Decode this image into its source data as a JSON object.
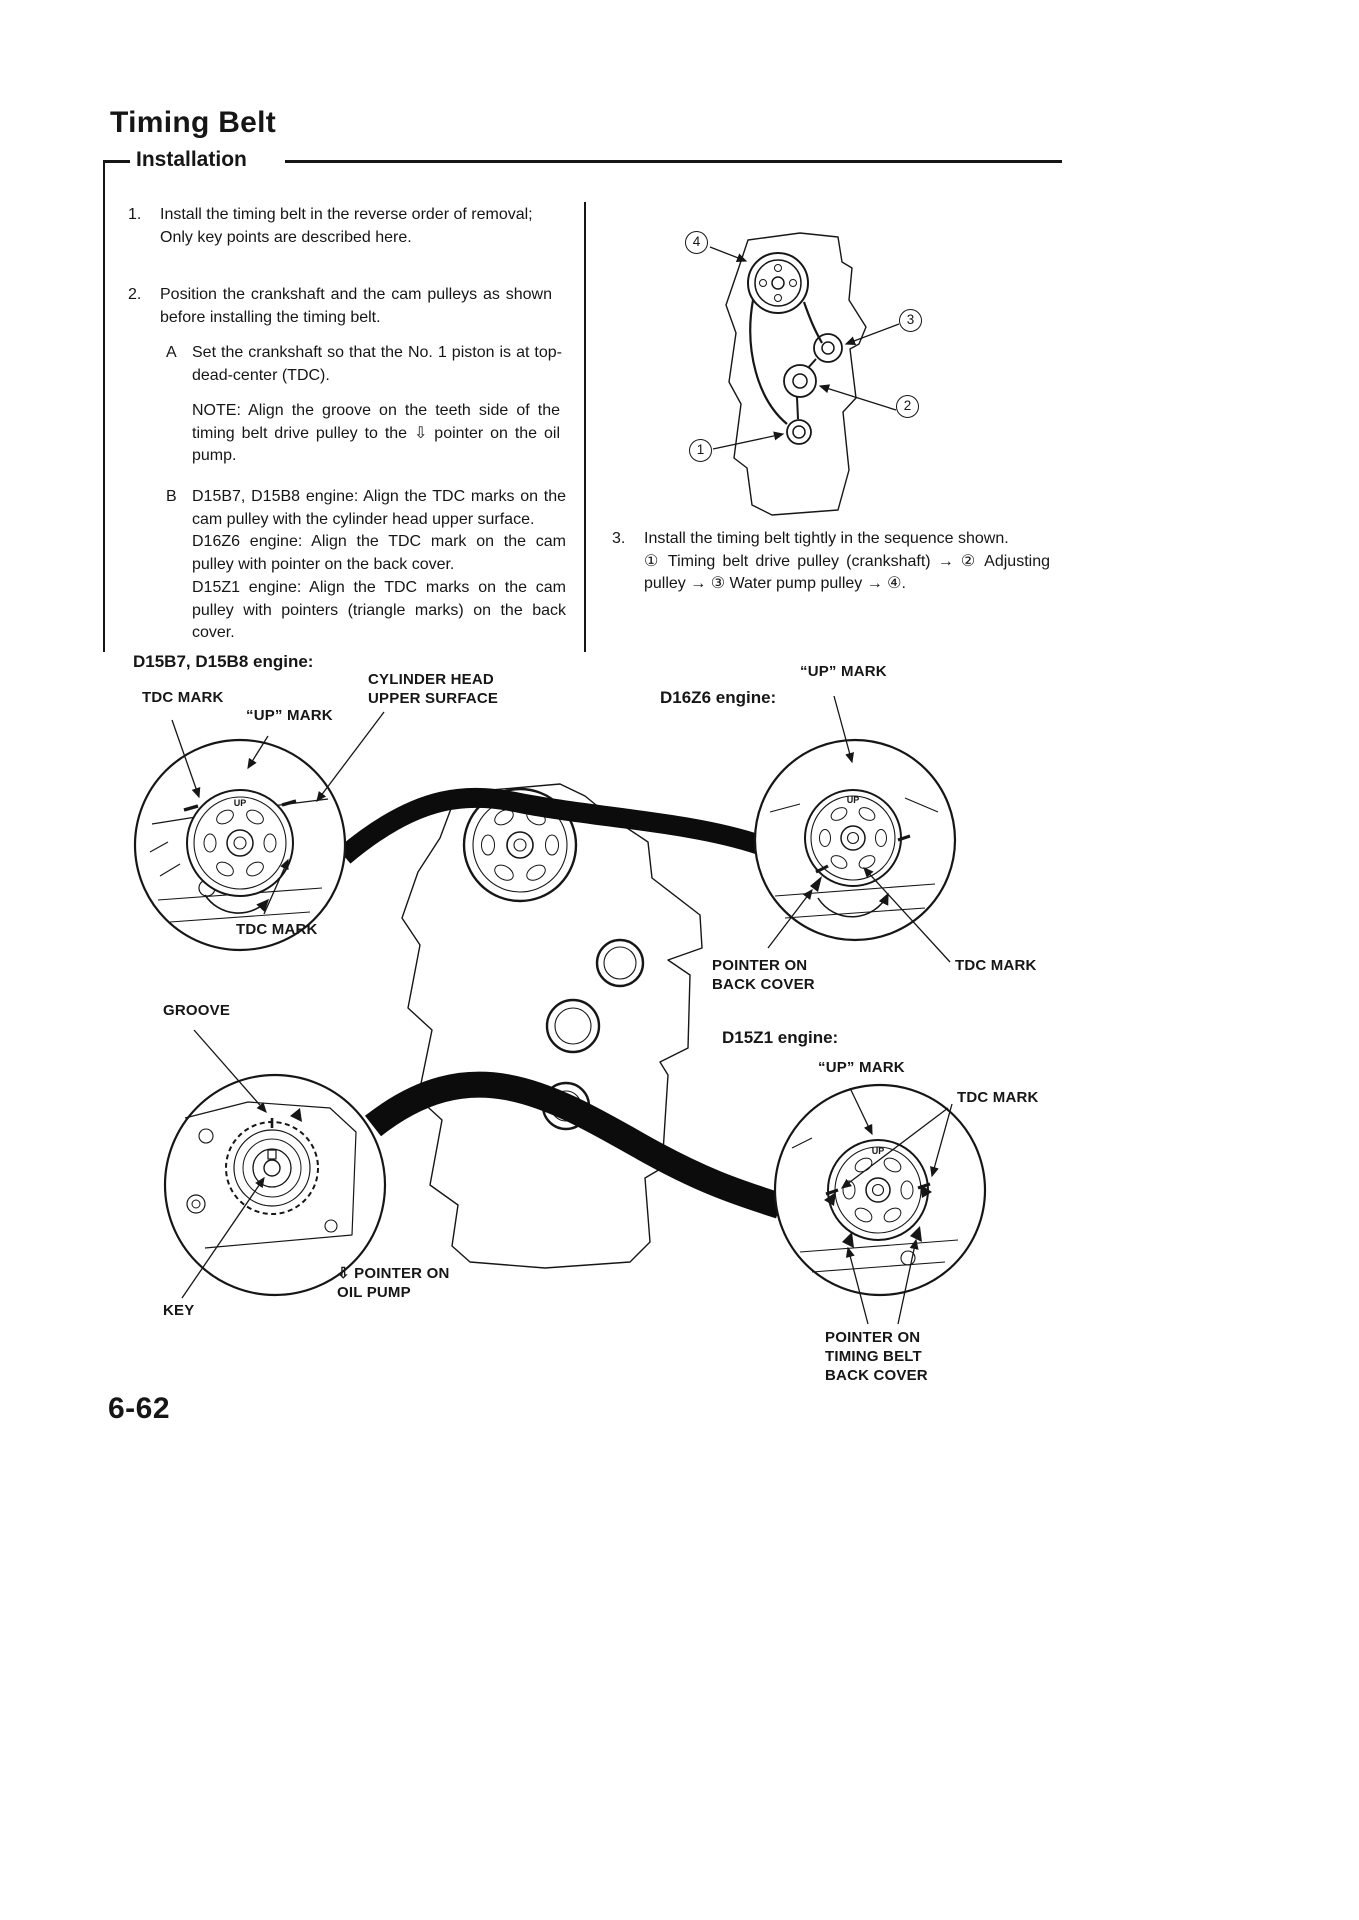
{
  "page": {
    "title": "Timing Belt",
    "section": "Installation",
    "page_number": "6-62"
  },
  "steps": {
    "s1_num": "1.",
    "s1_line1": "Install the timing belt in the reverse order of removal;",
    "s1_line2": "Only key points are described here.",
    "s2_num": "2.",
    "s2_text": "Position the crankshaft and the cam pulleys as shown before installing the timing belt.",
    "s2a_label": "A",
    "s2a_text": "Set the crankshaft so that the No. 1 piston is at top-dead-center (TDC).",
    "s2a_note": "NOTE:  Align the groove on the teeth side of the timing belt drive pulley to the ⇩ pointer on the oil pump.",
    "s2b_label": "B",
    "s2b_p1": "D15B7, D15B8 engine: Align the TDC marks on the cam pulley with the cylinder head upper surface.",
    "s2b_p2": "D16Z6 engine: Align the TDC mark on the cam pulley with pointer on the back cover.",
    "s2b_p3": "D15Z1 engine: Align the TDC marks on the cam pulley with pointers (triangle marks) on the back cover.",
    "s3_num": "3.",
    "s3_text": "Install the timing belt tightly in the sequence shown.",
    "s3_sequence": "① Timing belt drive pulley (crankshaft) → ② Adjusting pulley → ③ Water pump pulley → ④."
  },
  "callouts": {
    "n1": "1",
    "n2": "2",
    "n3": "3",
    "n4": "4"
  },
  "labels": {
    "engine_d15b7": "D15B7, D15B8 engine:",
    "cylinder_head": "CYLINDER HEAD\nUPPER SURFACE",
    "tdc_mark_top": "TDC MARK",
    "up_mark_left": "“UP” MARK",
    "tdc_mark_bottom": "TDC MARK",
    "engine_d16z6": "D16Z6 engine:",
    "up_mark_right": "“UP” MARK",
    "pointer_back_cover": "POINTER ON\nBACK COVER",
    "tdc_mark_right": "TDC MARK",
    "groove": "GROOVE",
    "pointer_oil_pump": "⇩ POINTER ON\nOIL PUMP",
    "key": "KEY",
    "engine_d15z1": "D15Z1 engine:",
    "up_mark_d15z1": "“UP” MARK",
    "tdc_mark_d15z1": "TDC MARK",
    "pointer_timing_belt": "POINTER ON\nTIMING BELT\nBACK COVER",
    "pulley_up": "UP"
  }
}
